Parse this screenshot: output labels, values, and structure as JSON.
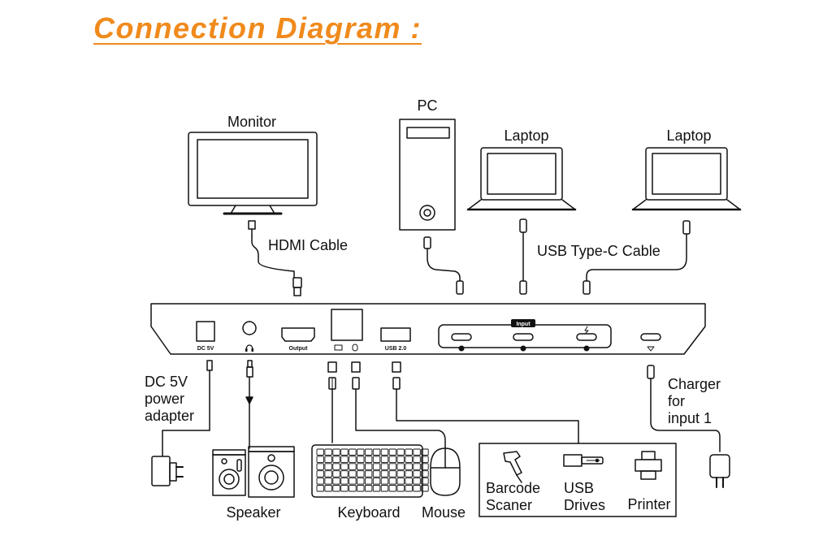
{
  "title": "Connection Diagram :",
  "labels": {
    "monitor": "Monitor",
    "pc": "PC",
    "laptop_1": "Laptop",
    "laptop_2": "Laptop",
    "hdmi_cable": "HDMI Cable",
    "usb_c_cable": "USB Type-C Cable",
    "dc_line1": "DC 5V",
    "dc_line2": "power",
    "dc_line3": "adapter",
    "charger_line1": "Charger",
    "charger_line2": "for",
    "charger_line3": "input 1",
    "speaker": "Speaker",
    "keyboard": "Keyboard",
    "mouse": "Mouse",
    "barcode_line1": "Barcode",
    "barcode_line2": "Scaner",
    "usb_line1": "USB",
    "usb_line2": "Drives",
    "printer": "Printer"
  },
  "ports": {
    "dc": "DC 5V",
    "output": "Output",
    "usb2": "USB 2.0",
    "input_badge": "Input"
  },
  "colors": {
    "title": "#f08a1c",
    "stroke": "#111111"
  }
}
